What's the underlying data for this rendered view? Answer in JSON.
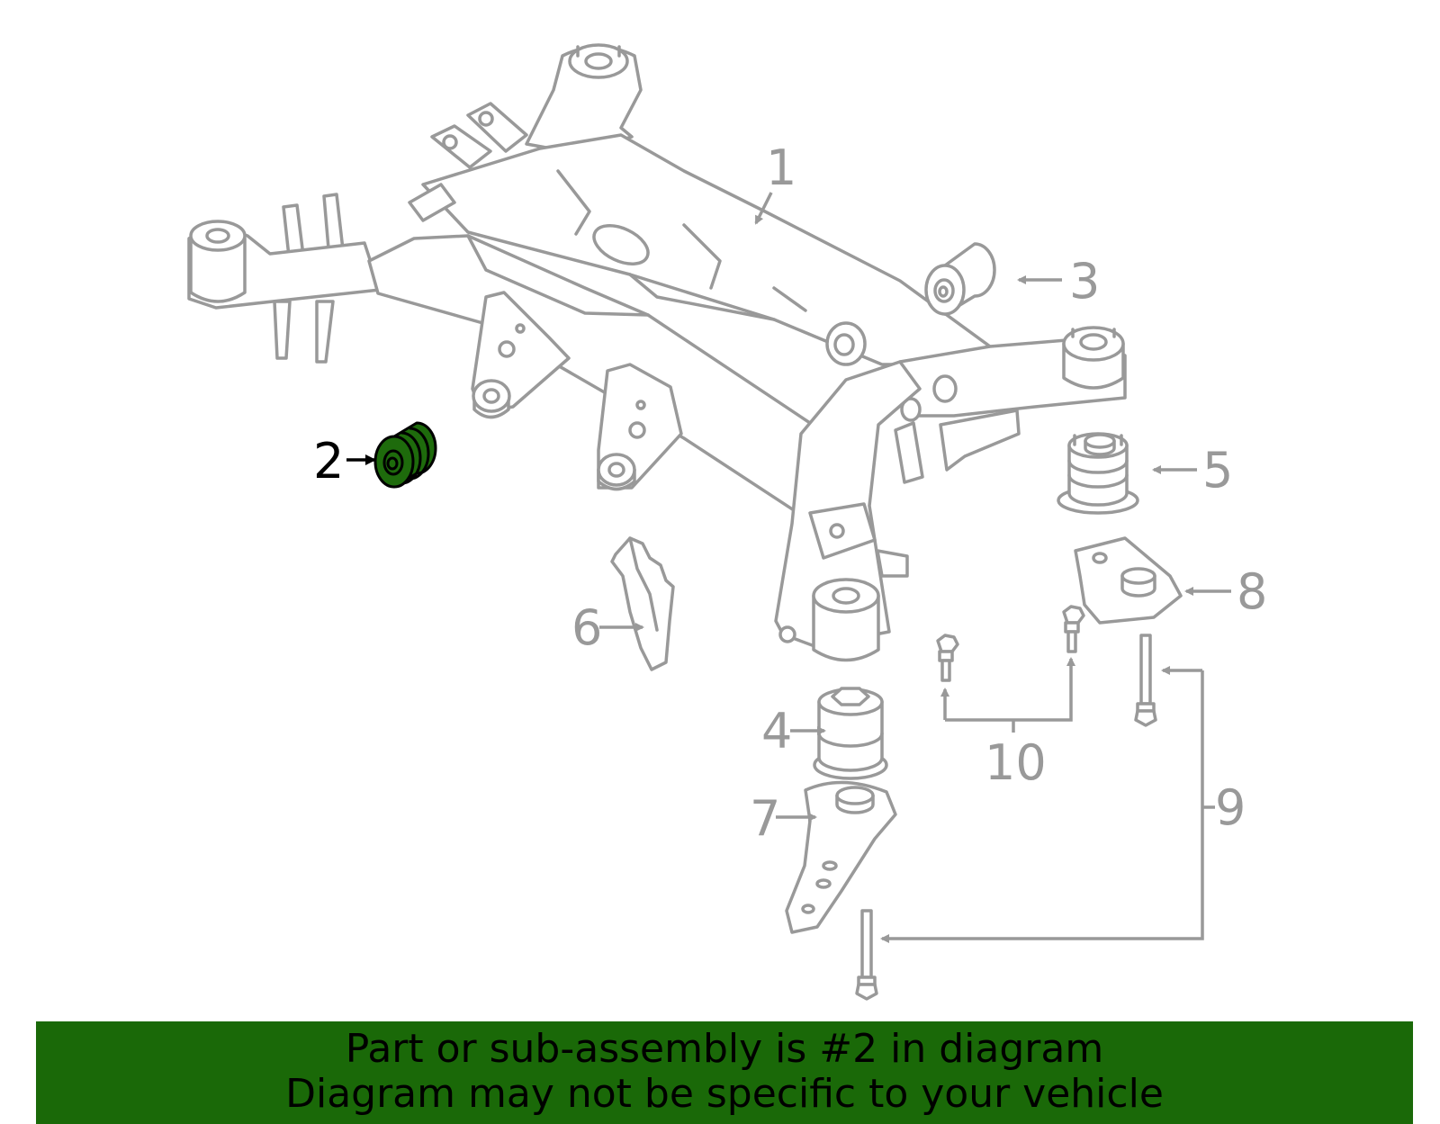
{
  "diagram": {
    "callouts": [
      {
        "label": "1"
      },
      {
        "label": "2",
        "highlighted": true
      },
      {
        "label": "3"
      },
      {
        "label": "4"
      },
      {
        "label": "5"
      },
      {
        "label": "6"
      },
      {
        "label": "7"
      },
      {
        "label": "8"
      },
      {
        "label": "9"
      },
      {
        "label": "10"
      }
    ]
  },
  "banner": {
    "line1": "Part or sub-assembly is #2 in diagram",
    "line2": "Diagram may not be specific to your vehicle"
  },
  "colors": {
    "line": "#999999",
    "highlight_fill": "#1e6b0c",
    "highlight_outline": "#000000",
    "banner_bg": "#1a6908",
    "banner_text": "#000000"
  }
}
